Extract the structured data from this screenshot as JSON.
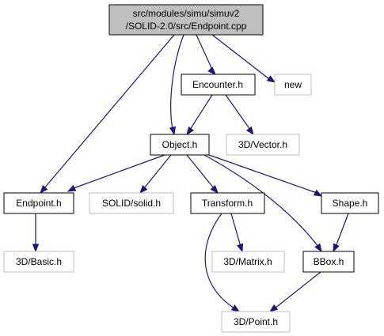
{
  "nodes": {
    "root": {
      "line1": "src/modules/simu/simuv2",
      "line2": "/SOLID-2.0/src/Endpoint.cpp"
    },
    "encounter": {
      "label": "Encounter.h"
    },
    "new": {
      "label": "new"
    },
    "object": {
      "label": "Object.h"
    },
    "vector": {
      "label": "3D/Vector.h"
    },
    "endpoint": {
      "label": "Endpoint.h"
    },
    "solid": {
      "label": "SOLID/solid.h"
    },
    "transform": {
      "label": "Transform.h"
    },
    "shape": {
      "label": "Shape.h"
    },
    "basic": {
      "label": "3D/Basic.h"
    },
    "matrix": {
      "label": "3D/Matrix.h"
    },
    "bbox": {
      "label": "BBox.h"
    },
    "point": {
      "label": "3D/Point.h"
    }
  },
  "colors": {
    "edge": "#191970",
    "root_fill": "#bfbfbf",
    "external_border": "#bfbfbf"
  }
}
